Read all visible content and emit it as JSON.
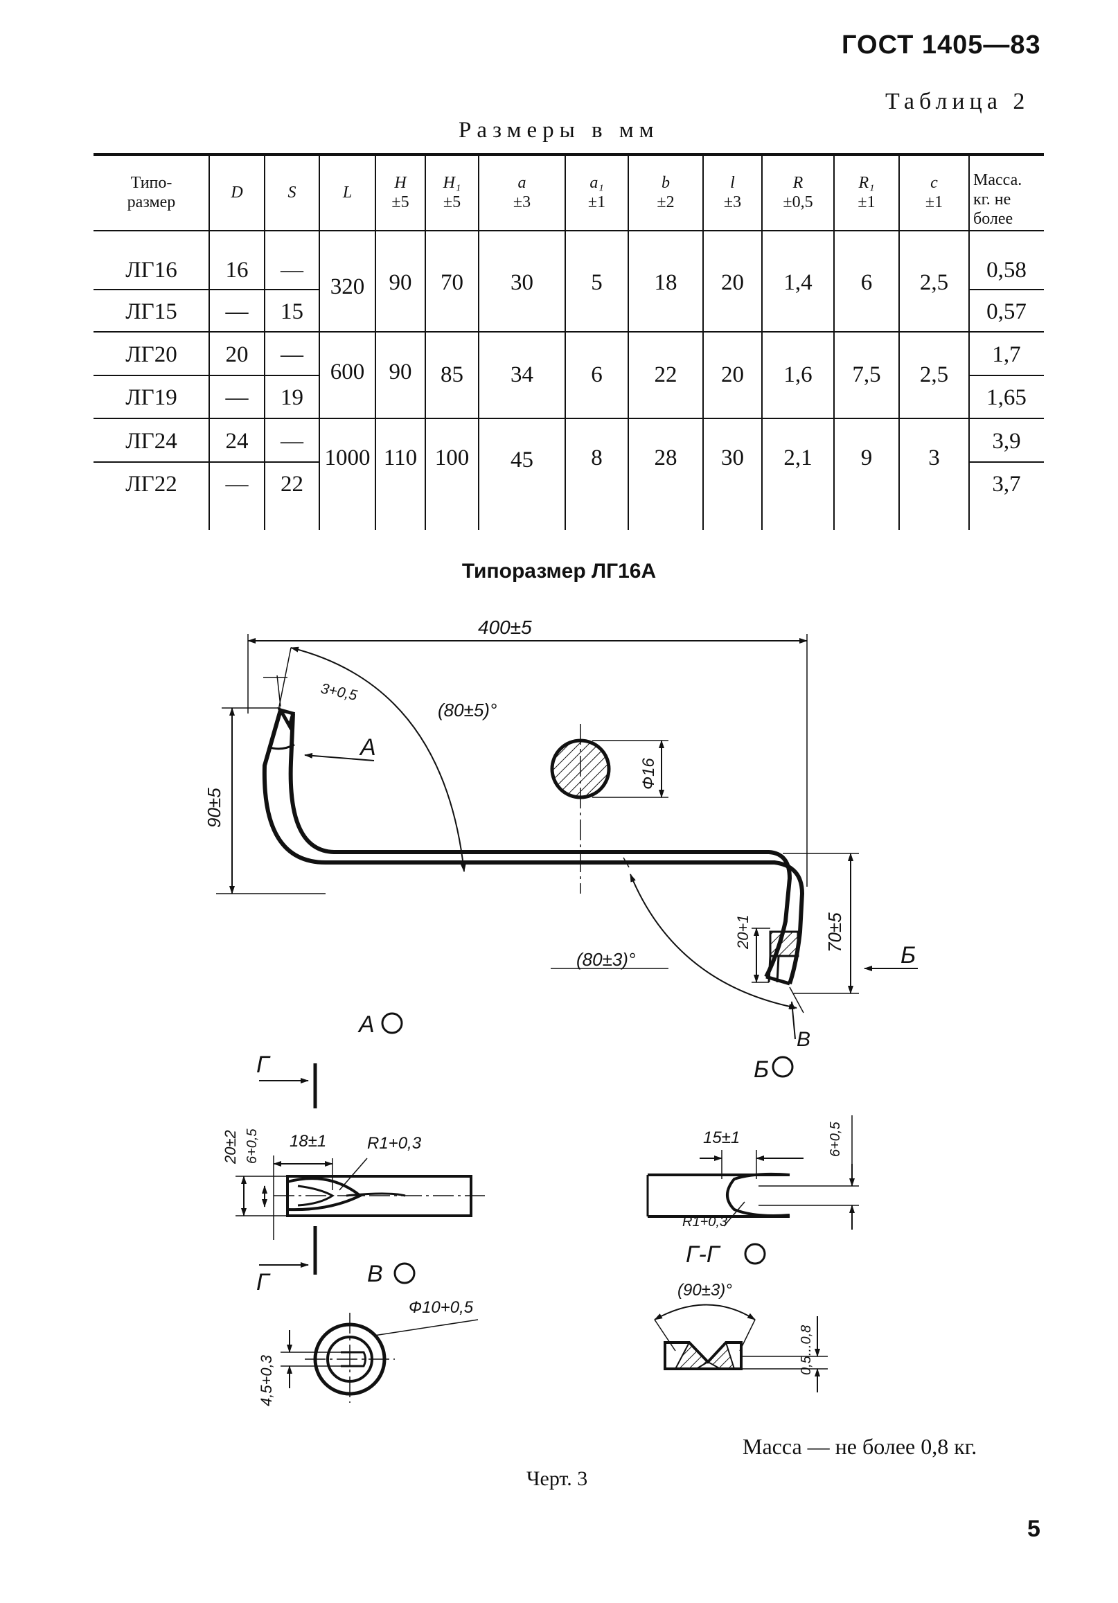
{
  "header": {
    "doc_id": "ГОСТ 1405—83",
    "table_label": "Таблица 2",
    "units": "Размеры в мм"
  },
  "table": {
    "headers": [
      {
        "main": "Типо-",
        "sub": "размер"
      },
      {
        "main": "D",
        "sub": ""
      },
      {
        "main": "S",
        "sub": ""
      },
      {
        "main": "L",
        "sub": ""
      },
      {
        "main": "H",
        "sub": "±5"
      },
      {
        "main": "H₁",
        "sub": "±5"
      },
      {
        "main": "a",
        "sub": "±3"
      },
      {
        "main": "a₁",
        "sub": "±1"
      },
      {
        "main": "b",
        "sub": "±2"
      },
      {
        "main": "l",
        "sub": "±3"
      },
      {
        "main": "R",
        "sub": "±0,5"
      },
      {
        "main": "R₁",
        "sub": "±1"
      },
      {
        "main": "c",
        "sub": "±1"
      },
      {
        "main": "Масса.",
        "sub": "кг. не более"
      }
    ],
    "rows": [
      {
        "type": "ЛГ16",
        "D": "16",
        "S": "—",
        "mass": "0,58"
      },
      {
        "type": "ЛГ15",
        "D": "—",
        "S": "15",
        "mass": "0,57"
      },
      {
        "type": "ЛГ20",
        "D": "20",
        "S": "—",
        "mass": "1,7"
      },
      {
        "type": "ЛГ19",
        "D": "—",
        "S": "19",
        "mass": "1,65"
      },
      {
        "type": "ЛГ24",
        "D": "24",
        "S": "—",
        "mass": "3,9"
      },
      {
        "type": "ЛГ22",
        "D": "—",
        "S": "22",
        "mass": "3,7"
      }
    ],
    "groups": [
      {
        "L": "320",
        "H": "90",
        "H1": "70",
        "a": "30",
        "a1": "5",
        "b": "18",
        "l": "20",
        "R": "1,4",
        "R1": "6",
        "c": "2,5"
      },
      {
        "L": "600",
        "H": "90",
        "H1": "85",
        "a": "34",
        "a1": "6",
        "b": "22",
        "l": "20",
        "R": "1,6",
        "R1": "7,5",
        "c": "2,5"
      },
      {
        "L": "1000",
        "H": "110",
        "H1": "100",
        "a": "45",
        "a1": "8",
        "b": "28",
        "l": "30",
        "R": "2,1",
        "R1": "9",
        "c": "3"
      }
    ]
  },
  "figure": {
    "title": "Типоразмер ЛГ16А",
    "dims": {
      "length": "400±5",
      "angle_top": "3+0,5",
      "angle_bend": "(80±5)°",
      "height_left": "90±5",
      "diameter": "Ф16",
      "height_right": "70±5",
      "slot_depth": "20+1",
      "angle_bottom": "(80±3)°",
      "view_a_arrow": "А",
      "view_b_arrow": "Б",
      "view_v_arrow": "В"
    },
    "view_a": {
      "label": "А",
      "section": "Г",
      "dim_20": "20±2",
      "dim_6": "6+0,5",
      "dim_18": "18±1",
      "dim_r1": "R1+0,3"
    },
    "view_b": {
      "label": "Б",
      "dim_15": "15±1",
      "dim_6": "6+0,5",
      "dim_r1": "R1+0,3"
    },
    "view_v": {
      "label": "В",
      "dim_phi10": "Ф10+0,5",
      "dim_4_5": "4,5+0,3"
    },
    "section_g": {
      "label": "Г-Г",
      "angle": "(90±3)°",
      "depth": "0,5...0,8"
    }
  },
  "mass_note": "Масса — не более 0,8 кг.",
  "caption": "Черт. 3",
  "page_number": "5"
}
